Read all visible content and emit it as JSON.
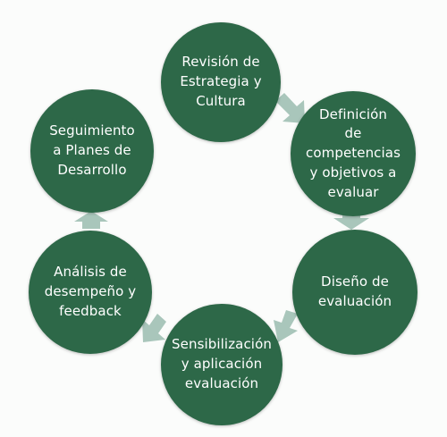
{
  "diagram": {
    "node_color": "#2d6848",
    "arrow_color": "#a9c6bb",
    "nodes": [
      {
        "label": "Revisión de\nEstrategia y\nCultura"
      },
      {
        "label": "Definición\nde\ncompetencias\ny objetivos a\nevaluar"
      },
      {
        "label": "Diseño de\nevaluación"
      },
      {
        "label": "Sensibilización\ny aplicación\nevaluación"
      },
      {
        "label": "Análisis de\ndesempeño y\nfeedback"
      },
      {
        "label": "Seguimiento\na Planes de\nDesarrollo"
      }
    ]
  }
}
